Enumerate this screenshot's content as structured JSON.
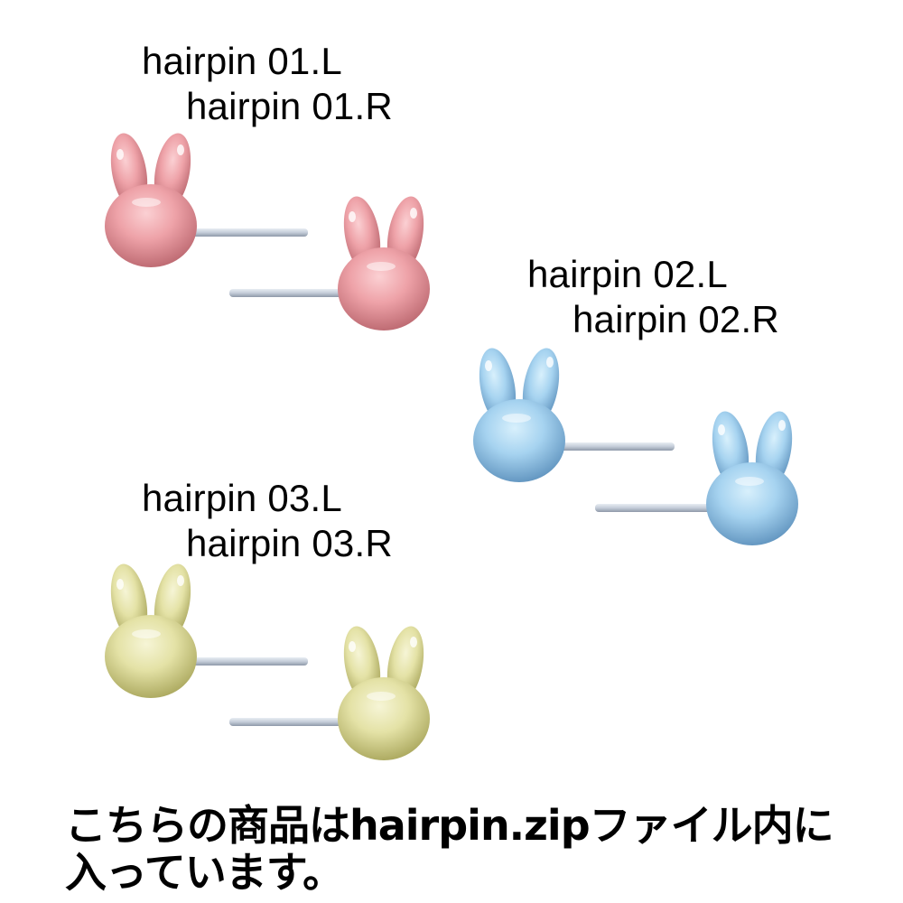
{
  "products": [
    {
      "id": "01",
      "label_left": "hairpin 01.L",
      "label_right": "hairpin 01.R",
      "color": "#e8949a",
      "color_light": "#f9c3c6",
      "color_dark": "#b96068"
    },
    {
      "id": "02",
      "label_left": "hairpin 02.L",
      "label_right": "hairpin 02.R",
      "color": "#98c8ea",
      "color_light": "#cfe9fa",
      "color_dark": "#5f93bf"
    },
    {
      "id": "03",
      "label_left": "hairpin 03.L",
      "label_right": "hairpin 03.R",
      "color": "#e0df9c",
      "color_light": "#f4f3cd",
      "color_dark": "#aaa85c"
    }
  ],
  "pin_color": "#c8d0dc",
  "footer": {
    "line1": "こちらの商品はhairpin.zipファイル内に",
    "line2": "入っています。"
  }
}
